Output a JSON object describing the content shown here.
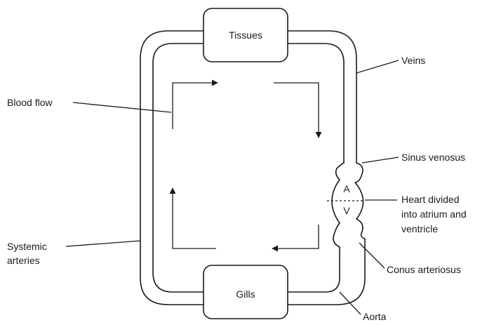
{
  "diagram": {
    "boxes": {
      "top": "Tissues",
      "bottom": "Gills"
    },
    "chambers": {
      "atrium": "A",
      "ventricle": "V"
    },
    "labels": {
      "veins": "Veins",
      "blood_flow": "Blood flow",
      "sinus_venosus": "Sinus venosus",
      "heart_line1": "Heart divided",
      "heart_line2": "into atrium and",
      "heart_line3": "ventricle",
      "systemic_line1": "Systemic",
      "systemic_line2": "arteries",
      "conus": "Conus arteriosus",
      "aorta": "Aorta"
    }
  }
}
